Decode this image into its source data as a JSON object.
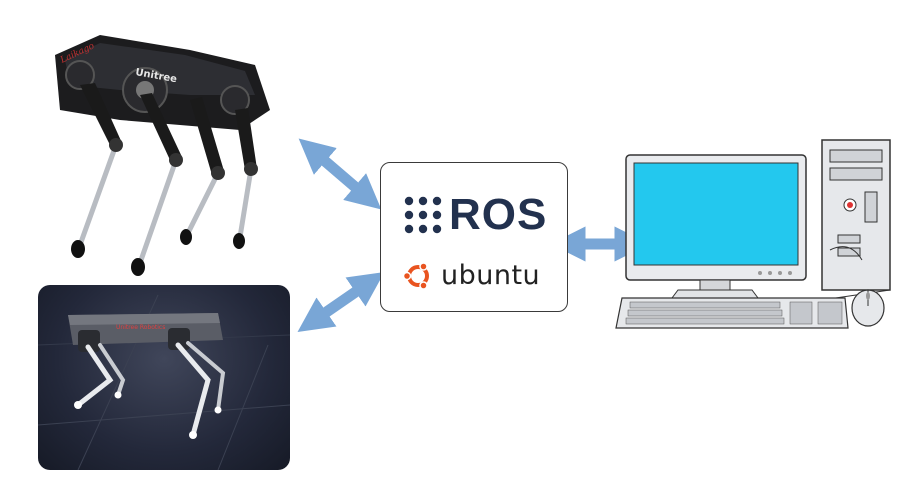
{
  "ros_box": {
    "ros_label": "ROS",
    "ubuntu_label": "ubuntu"
  },
  "robot_photo": {
    "body_brand": "Unitree",
    "side_script": "Laikago"
  },
  "simulation": {
    "robot_label": "Unitree Robotics"
  },
  "colors": {
    "arrow": "#79a6d6",
    "ros_text": "#22314e",
    "ubuntu_orange": "#e95420",
    "monitor_screen": "#23c8ee"
  }
}
